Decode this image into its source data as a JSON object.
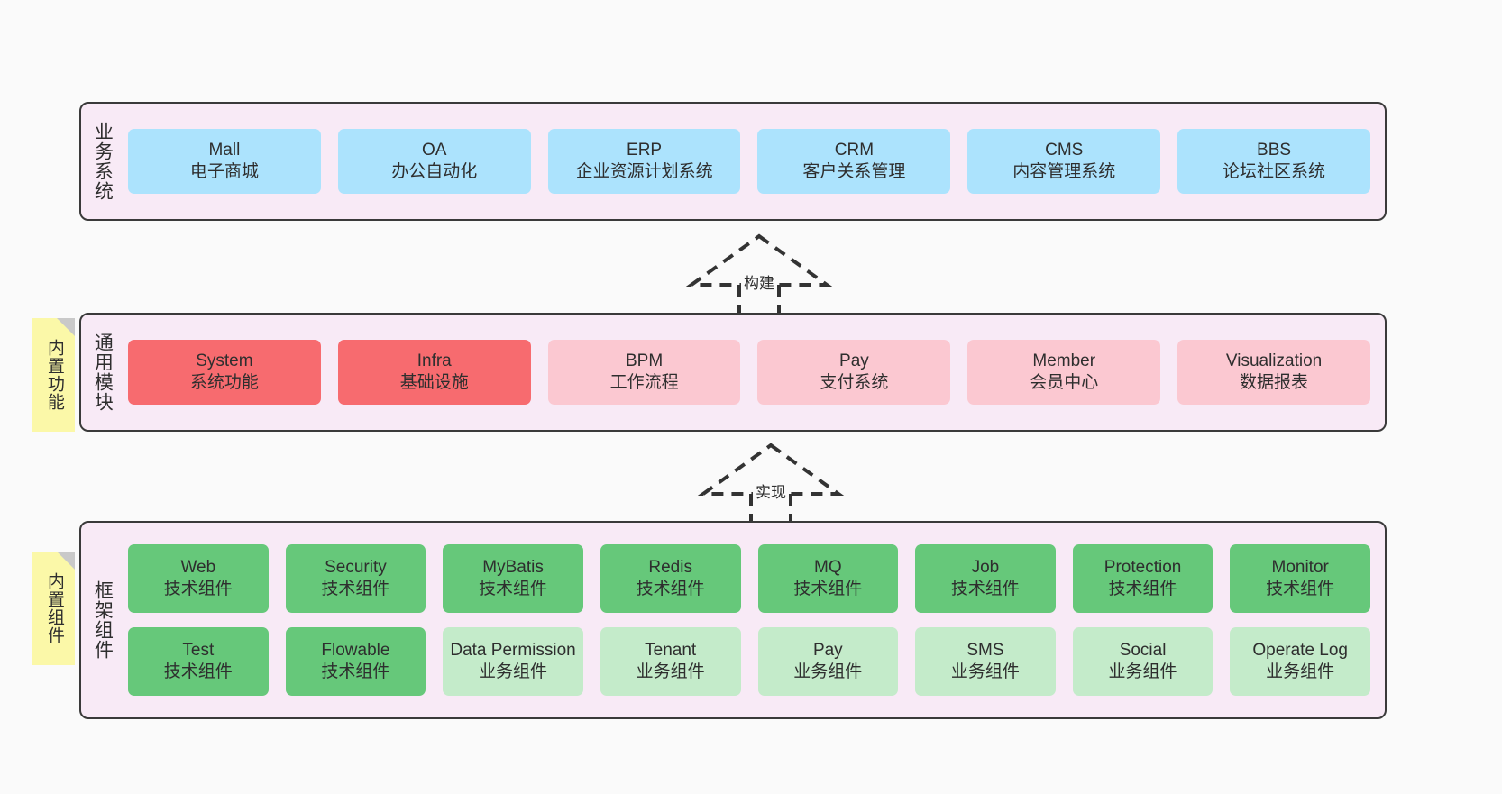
{
  "diagram": {
    "background_color": "#fafafa",
    "panel_color": "#f8eaf6",
    "panel_border_color": "#3a3a3a",
    "sticky_color": "#fbf8a8",
    "colors": {
      "blue": "#ace3fd",
      "red": "#f76b6f",
      "pink": "#fbc8d1",
      "green": "#66c87a",
      "mint": "#c4ebca"
    }
  },
  "layers": {
    "business": {
      "title": "业务系统",
      "cards": [
        {
          "name": "Mall",
          "desc": "电子商城",
          "color": "blue"
        },
        {
          "name": "OA",
          "desc": "办公自动化",
          "color": "blue"
        },
        {
          "name": "ERP",
          "desc": "企业资源计划系统",
          "color": "blue"
        },
        {
          "name": "CRM",
          "desc": "客户关系管理",
          "color": "blue"
        },
        {
          "name": "CMS",
          "desc": "内容管理系统",
          "color": "blue"
        },
        {
          "name": "BBS",
          "desc": "论坛社区系统",
          "color": "blue"
        }
      ]
    },
    "common": {
      "title": "通用模块",
      "sticky": "内置功能",
      "cards": [
        {
          "name": "System",
          "desc": "系统功能",
          "color": "red"
        },
        {
          "name": "Infra",
          "desc": "基础设施",
          "color": "red"
        },
        {
          "name": "BPM",
          "desc": "工作流程",
          "color": "pink"
        },
        {
          "name": "Pay",
          "desc": "支付系统",
          "color": "pink"
        },
        {
          "name": "Member",
          "desc": "会员中心",
          "color": "pink"
        },
        {
          "name": "Visualization",
          "desc": "数据报表",
          "color": "pink"
        }
      ]
    },
    "framework": {
      "title": "框架组件",
      "sticky": "内置组件",
      "row1": [
        {
          "name": "Web",
          "desc": "技术组件",
          "color": "green"
        },
        {
          "name": "Security",
          "desc": "技术组件",
          "color": "green"
        },
        {
          "name": "MyBatis",
          "desc": "技术组件",
          "color": "green"
        },
        {
          "name": "Redis",
          "desc": "技术组件",
          "color": "green"
        },
        {
          "name": "MQ",
          "desc": "技术组件",
          "color": "green"
        },
        {
          "name": "Job",
          "desc": "技术组件",
          "color": "green"
        },
        {
          "name": "Protection",
          "desc": "技术组件",
          "color": "green"
        },
        {
          "name": "Monitor",
          "desc": "技术组件",
          "color": "green"
        }
      ],
      "row2": [
        {
          "name": "Test",
          "desc": "技术组件",
          "color": "green"
        },
        {
          "name": "Flowable",
          "desc": "技术组件",
          "color": "green"
        },
        {
          "name": "Data Permission",
          "desc": "业务组件",
          "color": "mint"
        },
        {
          "name": "Tenant",
          "desc": "业务组件",
          "color": "mint"
        },
        {
          "name": "Pay",
          "desc": "业务组件",
          "color": "mint"
        },
        {
          "name": "SMS",
          "desc": "业务组件",
          "color": "mint"
        },
        {
          "name": "Social",
          "desc": "业务组件",
          "color": "mint"
        },
        {
          "name": "Operate Log",
          "desc": "业务组件",
          "color": "mint"
        }
      ]
    }
  },
  "connectors": [
    {
      "label": "构建",
      "from": "通用模块",
      "to": "业务系统",
      "style": "dashed-generalization"
    },
    {
      "label": "实现",
      "from": "框架组件",
      "to": "通用模块",
      "style": "dashed-generalization"
    }
  ]
}
